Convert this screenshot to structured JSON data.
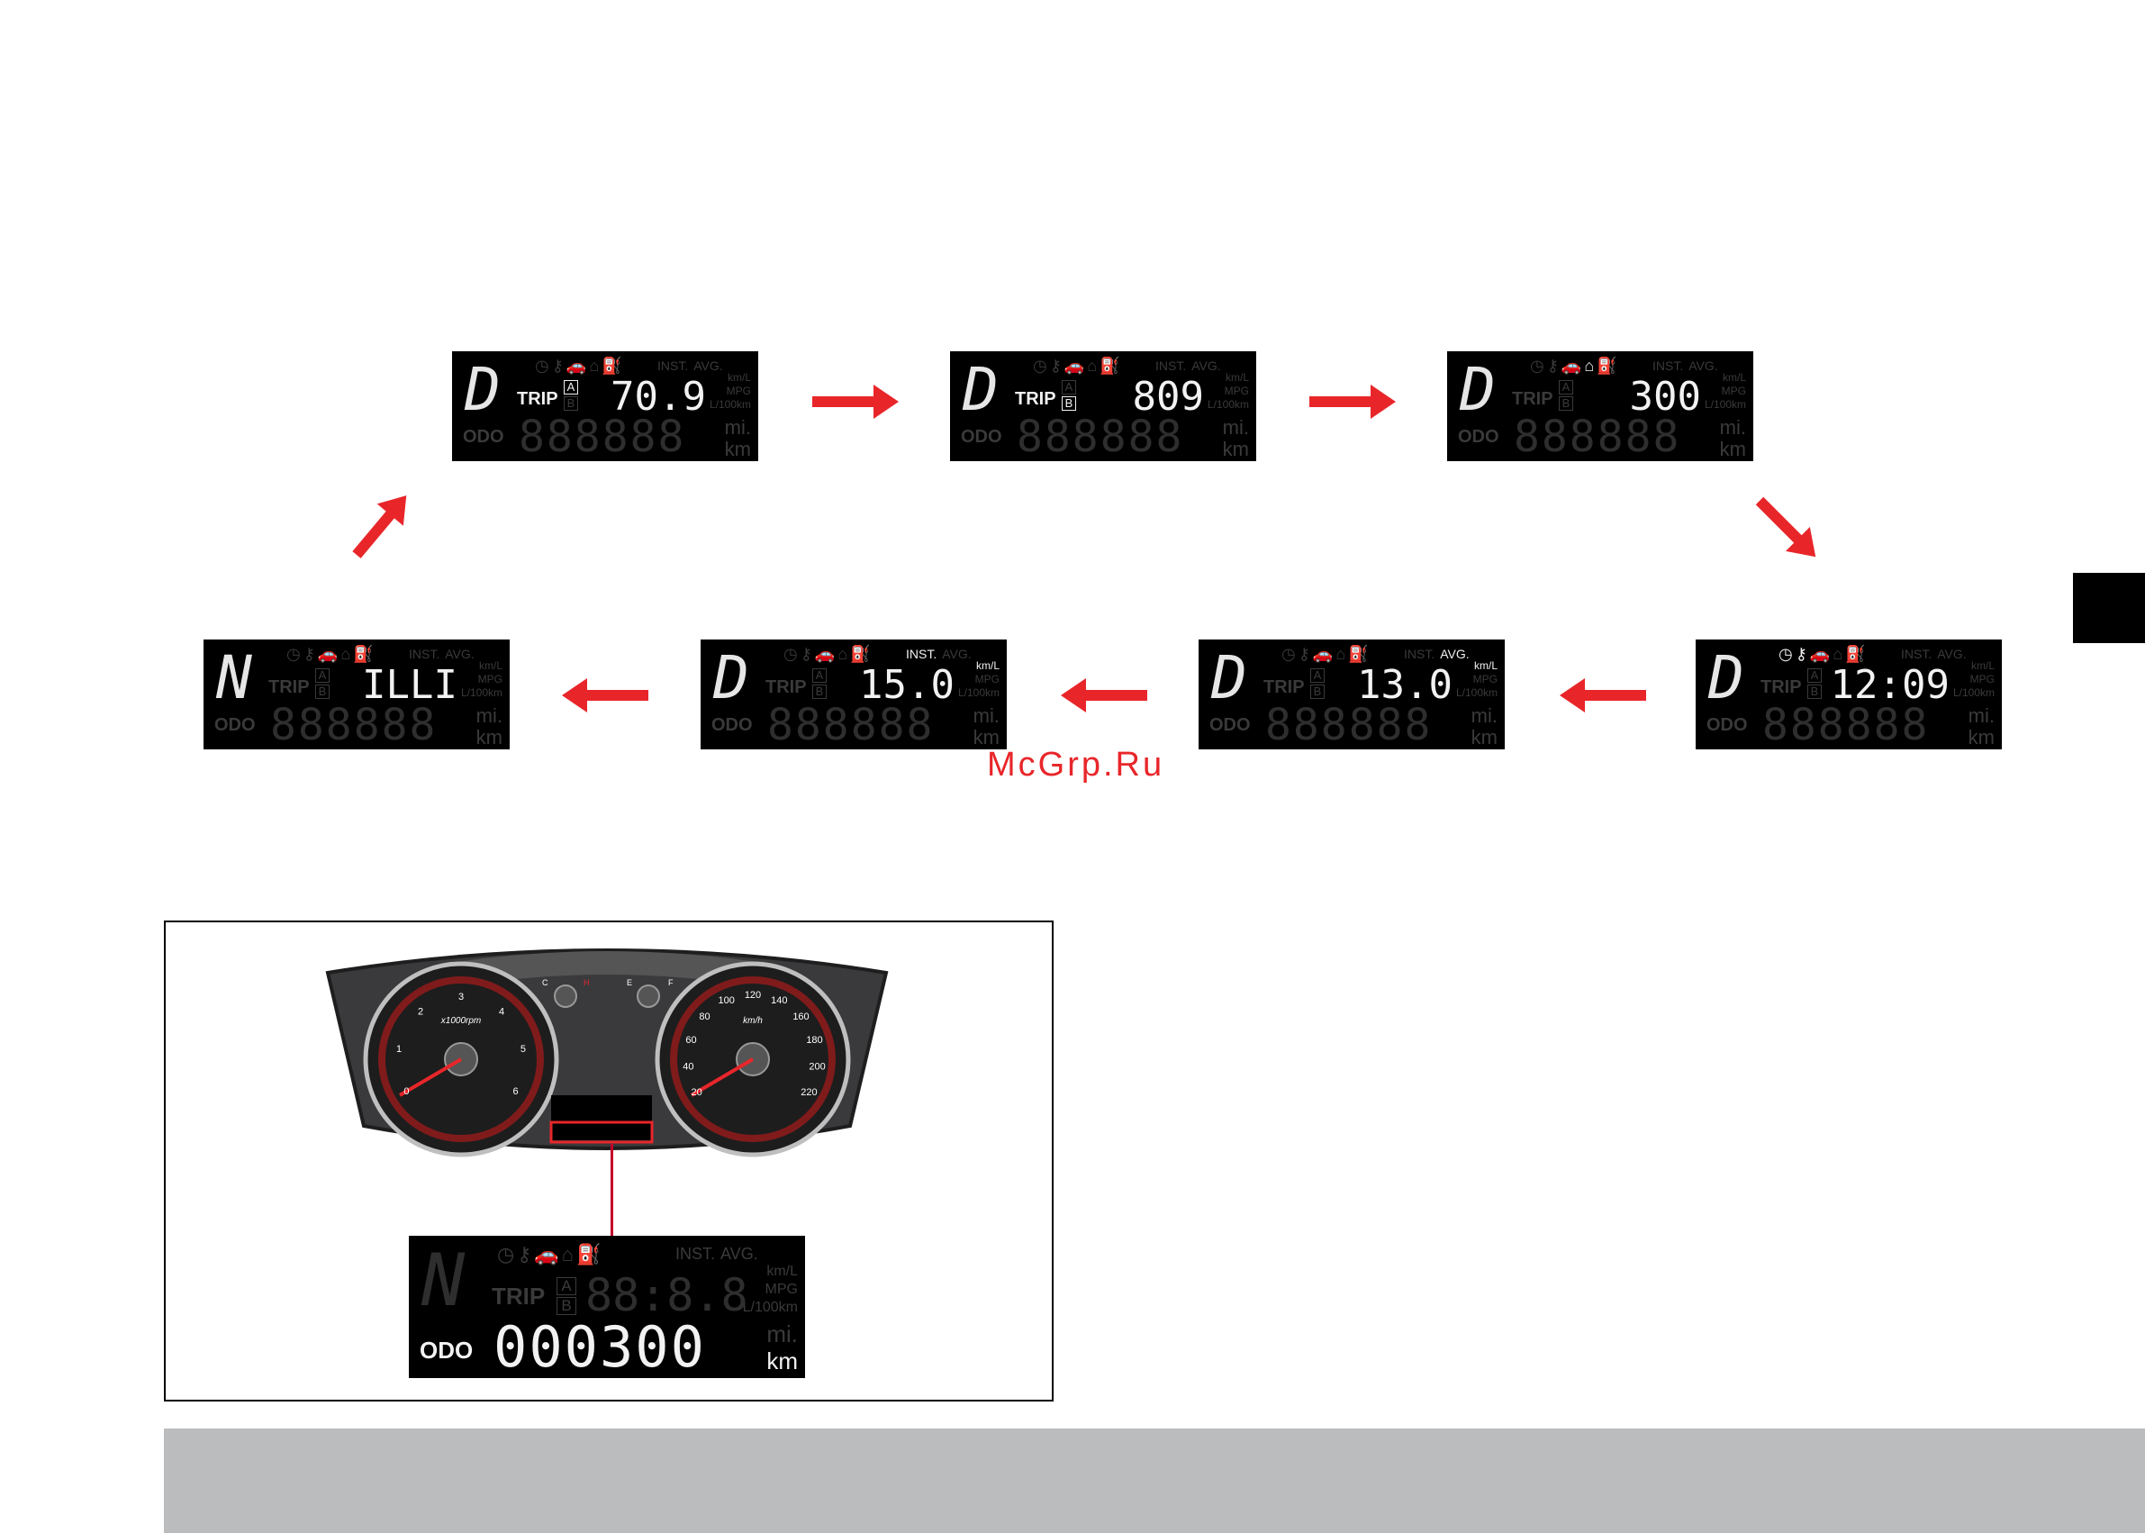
{
  "displays": [
    {
      "gear": "D",
      "trip_label": "TRIP",
      "ab": [
        "A",
        "B"
      ],
      "active_ab": "A",
      "value": "70.9",
      "icons": [
        "◷",
        "⚷",
        "🚗",
        "⌂",
        "⛽"
      ],
      "modes": [
        "INST.",
        "AVG."
      ],
      "units": [
        "km/L",
        "MPG",
        "L/100km"
      ],
      "odo_label": "ODO",
      "odo_ghost": "888888",
      "mi": "mi.",
      "km": "km",
      "trip_on": true,
      "on_icons": [],
      "on_modes": [],
      "on_units": []
    },
    {
      "gear": "D",
      "trip_label": "TRIP",
      "ab": [
        "A",
        "B"
      ],
      "active_ab": "B",
      "value": "809",
      "icons": [
        "◷",
        "⚷",
        "🚗",
        "⌂",
        "⛽"
      ],
      "modes": [
        "INST.",
        "AVG."
      ],
      "units": [
        "km/L",
        "MPG",
        "L/100km"
      ],
      "odo_label": "ODO",
      "odo_ghost": "888888",
      "mi": "mi.",
      "km": "km",
      "trip_on": true,
      "on_icons": [],
      "on_modes": [],
      "on_units": []
    },
    {
      "gear": "D",
      "trip_label": "TRIP",
      "ab": [
        "A",
        "B"
      ],
      "active_ab": "",
      "value": "300",
      "icons": [
        "◷",
        "⚷",
        "🚗",
        "⌂",
        "⛽"
      ],
      "modes": [
        "INST.",
        "AVG."
      ],
      "units": [
        "km/L",
        "MPG",
        "L/100km"
      ],
      "odo_label": "ODO",
      "odo_ghost": "888888",
      "mi": "mi.",
      "km": "km",
      "trip_on": false,
      "on_icons": [
        2,
        3,
        4
      ],
      "on_modes": [],
      "on_units": []
    },
    {
      "gear": "D",
      "trip_label": "TRIP",
      "ab": [
        "A",
        "B"
      ],
      "active_ab": "",
      "value": "12:09",
      "icons": [
        "◷",
        "⚷",
        "🚗",
        "⌂",
        "⛽"
      ],
      "modes": [
        "INST.",
        "AVG."
      ],
      "units": [
        "km/L",
        "MPG",
        "L/100km"
      ],
      "odo_label": "ODO",
      "odo_ghost": "888888",
      "mi": "mi.",
      "km": "km",
      "trip_on": false,
      "on_icons": [
        0,
        1,
        2
      ],
      "on_modes": [],
      "on_units": []
    },
    {
      "gear": "D",
      "trip_label": "TRIP",
      "ab": [
        "A",
        "B"
      ],
      "active_ab": "",
      "value": "13.0",
      "icons": [
        "◷",
        "⚷",
        "🚗",
        "⌂",
        "⛽"
      ],
      "modes": [
        "INST.",
        "AVG."
      ],
      "units": [
        "km/L",
        "MPG",
        "L/100km"
      ],
      "odo_label": "ODO",
      "odo_ghost": "888888",
      "mi": "mi.",
      "km": "km",
      "trip_on": false,
      "on_icons": [],
      "on_modes": [
        1
      ],
      "on_units": [
        0
      ]
    },
    {
      "gear": "D",
      "trip_label": "TRIP",
      "ab": [
        "A",
        "B"
      ],
      "active_ab": "",
      "value": "15.0",
      "icons": [
        "◷",
        "⚷",
        "🚗",
        "⌂",
        "⛽"
      ],
      "modes": [
        "INST.",
        "AVG."
      ],
      "units": [
        "km/L",
        "MPG",
        "L/100km"
      ],
      "odo_label": "ODO",
      "odo_ghost": "888888",
      "mi": "mi.",
      "km": "km",
      "trip_on": false,
      "on_icons": [],
      "on_modes": [
        0
      ],
      "on_units": [
        0
      ]
    },
    {
      "gear": "N",
      "trip_label": "TRIP",
      "ab": [
        "A",
        "B"
      ],
      "active_ab": "",
      "value": "ILLI",
      "icons": [
        "◷",
        "⚷",
        "🚗",
        "⌂",
        "⛽"
      ],
      "modes": [
        "INST.",
        "AVG."
      ],
      "units": [
        "km/L",
        "MPG",
        "L/100km"
      ],
      "odo_label": "ODO",
      "odo_ghost": "888888",
      "mi": "mi.",
      "km": "km",
      "trip_on": false,
      "on_icons": [],
      "on_modes": [],
      "on_units": []
    }
  ],
  "watermark": "McGrp.Ru",
  "figure": {
    "tach": {
      "scale": [
        "0",
        "1",
        "2",
        "3",
        "4",
        "5",
        "6"
      ],
      "label": "x1000rpm"
    },
    "speedo": {
      "scale": [
        "20",
        "40",
        "60",
        "80",
        "100",
        "120",
        "140",
        "160",
        "180",
        "200",
        "220"
      ],
      "label": "km/h"
    },
    "temp": {
      "cold": "C",
      "hot": "H"
    },
    "fuel": {
      "empty": "E",
      "full": "F"
    },
    "big_display": {
      "gear": "N",
      "trip_label": "TRIP",
      "ab": [
        "A",
        "B"
      ],
      "value_ghost": "88:8.8",
      "icons": [
        "◷",
        "⚷",
        "🚗",
        "⌂",
        "⛽"
      ],
      "modes": [
        "INST.",
        "AVG."
      ],
      "units": [
        "km/L",
        "MPG",
        "L/100km"
      ],
      "odo_label": "ODO",
      "odo_value": "000300",
      "mi": "mi.",
      "km": "km"
    }
  },
  "colors": {
    "arrow": "#e8262a",
    "lcd_bg": "#000000",
    "footer": "#bbbcbe"
  }
}
